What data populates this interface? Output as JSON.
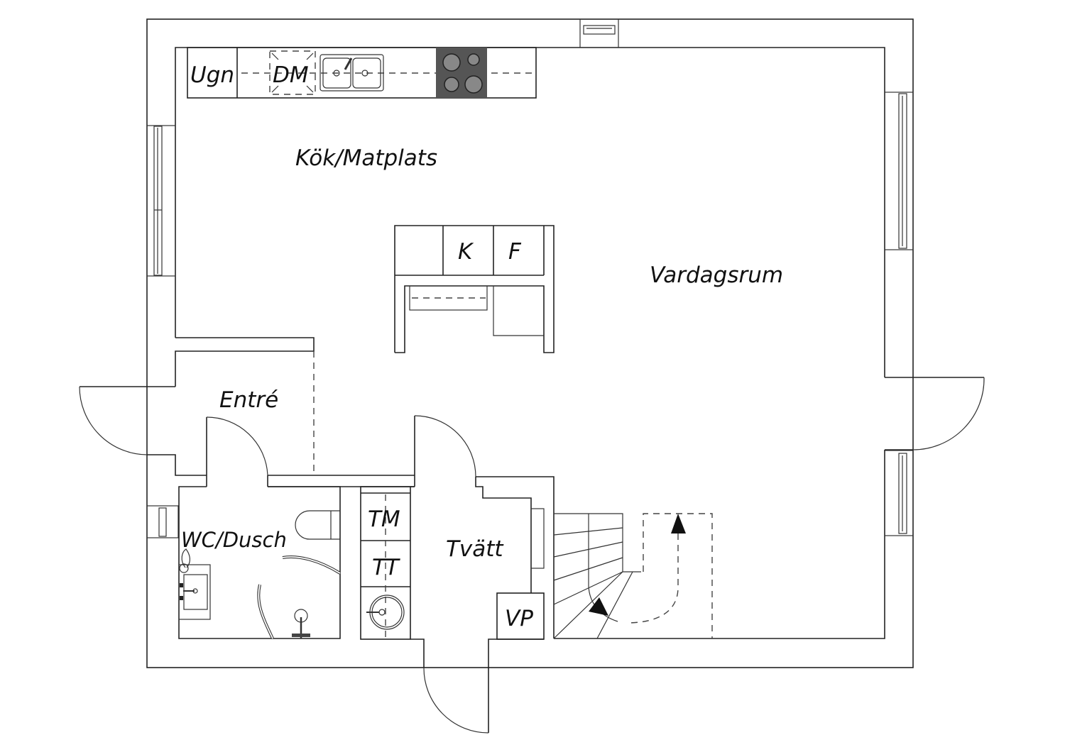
{
  "plan": {
    "rooms": {
      "kitchen": "Kök/Matplats",
      "living": "Vardagsrum",
      "entrance": "Entré",
      "bathroom": "WC/Dusch",
      "laundry": "Tvätt"
    },
    "appliances": {
      "oven": "Ugn",
      "dishwasher": "DM",
      "fridge": "K",
      "freezer": "F",
      "washer": "TM",
      "dryer": "TT",
      "heat_pump": "VP"
    },
    "colors": {
      "line": "#222222",
      "hob": "#555555",
      "background": "#ffffff"
    }
  }
}
